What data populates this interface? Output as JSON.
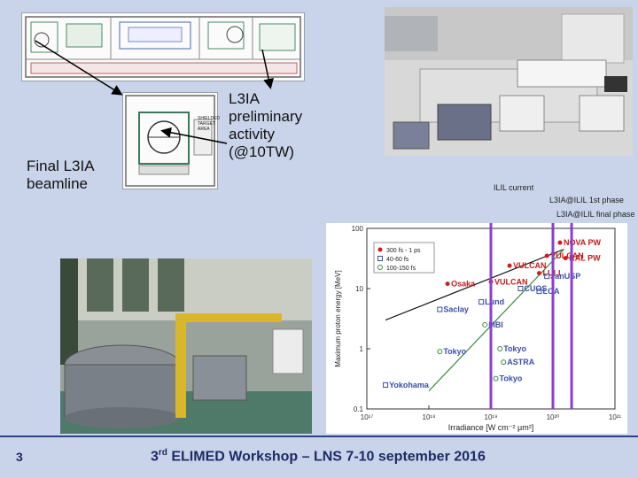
{
  "labels": {
    "final_beamline": "Final L3IA beamline",
    "preliminary": "L3IA preliminary activity (@10TW)",
    "ilil_current": "ILIL current",
    "phase1": "L3IA@ILIL 1st phase",
    "final_phase": "L3IA@ILIL final phase"
  },
  "floorplan_text": {
    "shield": "SHIELDED TARGET AREA"
  },
  "footer": {
    "page_number": "3",
    "ordinal": "3",
    "ordinal_suffix": "rd",
    "title": "ELIMED Workshop – LNS 7-10 september 2016"
  },
  "chart_data": {
    "type": "scatter",
    "xlabel": "Irradiance [W cm⁻² μm²]",
    "ylabel": "Maximum proton energy [MeV]",
    "xscale": "log",
    "yscale": "log",
    "xlim": [
      1e+17,
      1e+21
    ],
    "ylim": [
      0.1,
      100
    ],
    "x_ticks": [
      "10¹⁷",
      "10¹⁸",
      "10¹⁹",
      "10²⁰",
      "10²¹"
    ],
    "y_ticks": [
      "100",
      "10",
      "1",
      "0.1"
    ],
    "legend": [
      {
        "name": "300 fs - 1 ps",
        "marker": "filled-circle",
        "color": "#cc1f1f"
      },
      {
        "name": "40-60 fs",
        "marker": "open-square",
        "color": "#3b4fa8"
      },
      {
        "name": "100-150 fs",
        "marker": "open-circle",
        "color": "#3b8a3b"
      }
    ],
    "points": [
      {
        "label": "NOVA PW",
        "x": 1.3e+20,
        "y": 58,
        "series": "300 fs - 1 ps"
      },
      {
        "label": "RAL PW",
        "x": 1.6e+20,
        "y": 32,
        "series": "300 fs - 1 ps"
      },
      {
        "label": "VULCAN",
        "x": 8e+19,
        "y": 35,
        "series": "300 fs - 1 ps"
      },
      {
        "label": "VULCAN",
        "x": 2e+19,
        "y": 24,
        "series": "300 fs - 1 ps"
      },
      {
        "label": "VULCAN",
        "x": 1e+19,
        "y": 13,
        "series": "300 fs - 1 ps"
      },
      {
        "label": "LULI",
        "x": 6e+19,
        "y": 18,
        "series": "300 fs - 1 ps"
      },
      {
        "label": "JanUSP",
        "x": 8e+19,
        "y": 16,
        "series": "40-60 fs"
      },
      {
        "label": "Osaka",
        "x": 2e+18,
        "y": 12,
        "series": "300 fs - 1 ps"
      },
      {
        "label": "CUOS",
        "x": 3e+19,
        "y": 10,
        "series": "40-60 fs"
      },
      {
        "label": "LOA",
        "x": 6e+19,
        "y": 9,
        "series": "40-60 fs"
      },
      {
        "label": "Lund",
        "x": 7e+18,
        "y": 6,
        "series": "40-60 fs"
      },
      {
        "label": "Saclay",
        "x": 1.5e+18,
        "y": 4.5,
        "series": "40-60 fs"
      },
      {
        "label": "MBI",
        "x": 8e+18,
        "y": 2.5,
        "series": "100-150 fs"
      },
      {
        "label": "Tokyo",
        "x": 1.5e+18,
        "y": 0.9,
        "series": "100-150 fs"
      },
      {
        "label": "Tokyo",
        "x": 1.4e+19,
        "y": 1,
        "series": "100-150 fs"
      },
      {
        "label": "ASTRA",
        "x": 1.6e+19,
        "y": 0.6,
        "series": "100-150 fs"
      },
      {
        "label": "Tokyo",
        "x": 1.2e+19,
        "y": 0.32,
        "series": "100-150 fs"
      },
      {
        "label": "Yokohama",
        "x": 2e+17,
        "y": 0.25,
        "series": "40-60 fs"
      }
    ],
    "fit_lines": [
      {
        "color": "#1a1a1a",
        "from": [
          2e+17,
          3
        ],
        "to": [
          1.5e+20,
          45
        ]
      },
      {
        "color": "#3b8a3b",
        "from": [
          1e+18,
          0.2
        ],
        "to": [
          1.5e+20,
          45
        ]
      }
    ],
    "markers": [
      {
        "name": "ILIL current",
        "x": 1e+19,
        "color": "#8a3fd1"
      },
      {
        "name": "L3IA@ILIL 1st phase",
        "x": 1e+20,
        "color": "#8a3fd1"
      },
      {
        "name": "L3IA@ILIL final phase",
        "x": 2e+20,
        "color": "#8a3fd1"
      }
    ]
  }
}
